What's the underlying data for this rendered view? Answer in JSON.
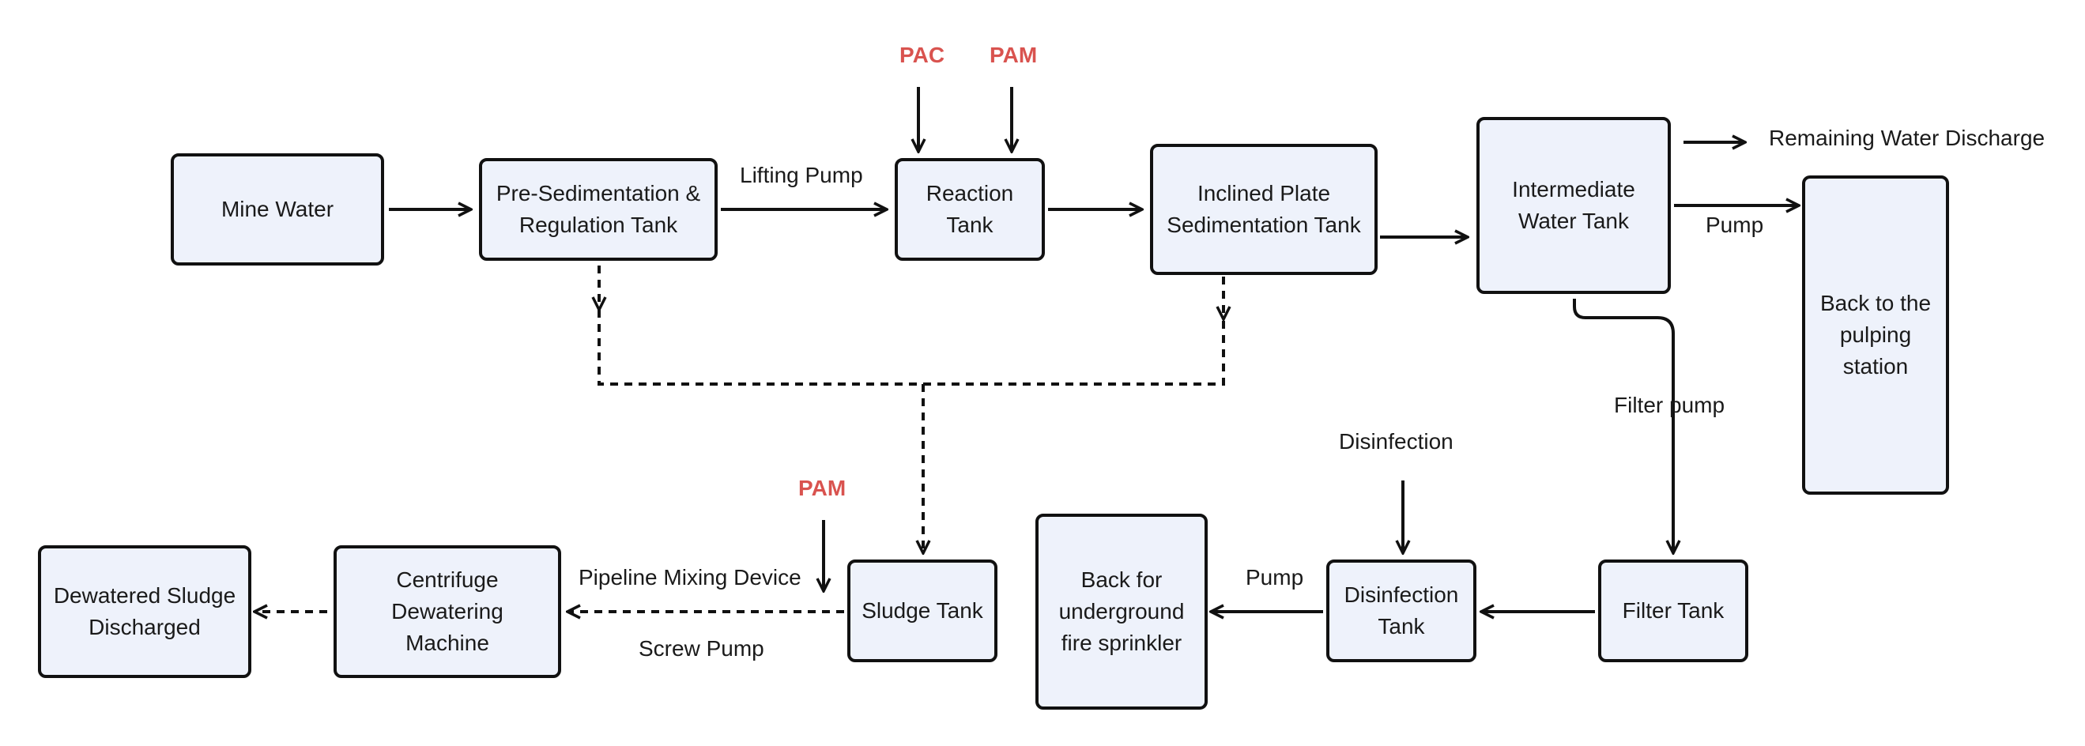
{
  "colors": {
    "node_fill": "#eef2fb",
    "node_border": "#111111",
    "chemical_text": "#d9534f",
    "line": "#111111"
  },
  "nodes": {
    "mine_water": "Mine Water",
    "pre_sed": "Pre-Sedimentation &\nRegulation Tank",
    "reaction": "Reaction\nTank",
    "inclined": "Inclined Plate\nSedimentation Tank",
    "intermediate": "Intermediate\nWater Tank",
    "pulping": "Back to the\npulping\nstation",
    "filter": "Filter Tank",
    "disinfection_tank": "Disinfection\nTank",
    "fire": "Back for\nunderground\nfire sprinkler",
    "sludge": "Sludge Tank",
    "centrifuge": "Centrifuge\nDewatering\nMachine",
    "dewatered": "Dewatered Sludge\nDischarged"
  },
  "labels": {
    "lifting_pump": "Lifting Pump",
    "pump_1": "Pump",
    "remaining": "Remaining Water Discharge",
    "filter_pump": "Filter pump",
    "disinfection": "Disinfection",
    "pump_2": "Pump",
    "pipeline_mixing": "Pipeline Mixing Device",
    "screw_pump": "Screw Pump"
  },
  "chemicals": {
    "pac": "PAC",
    "pam_top": "PAM",
    "pam_sludge": "PAM"
  }
}
